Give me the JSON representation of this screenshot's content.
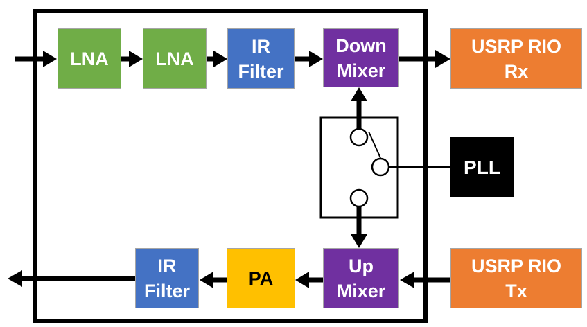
{
  "colors": {
    "lna": "#70ad47",
    "ir_filter": "#4472c4",
    "mixer": "#7030a0",
    "usrp": "#ed7d31",
    "pa": "#ffc000",
    "pll": "#000000",
    "line": "#000000",
    "block_border": "#a5a5a5"
  },
  "icons": {
    "switch": "rf-switch-icon"
  },
  "rx_chain": {
    "lna1": "LNA",
    "lna2": "LNA",
    "ir_filter": [
      "IR",
      "Filter"
    ],
    "down_mixer": [
      "Down",
      "Mixer"
    ],
    "usrp_rx": [
      "USRP RIO",
      "Rx"
    ]
  },
  "tx_chain": {
    "usrp_tx": [
      "USRP RIO",
      "Tx"
    ],
    "up_mixer": [
      "Up",
      "Mixer"
    ],
    "pa": "PA",
    "ir_filter": [
      "IR",
      "Filter"
    ]
  },
  "pll": "PLL"
}
